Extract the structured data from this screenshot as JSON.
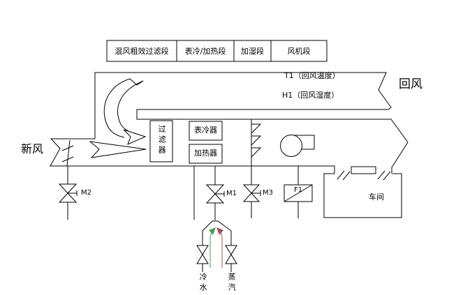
{
  "diagram": {
    "sections": [
      {
        "label": "混风粗效过滤段"
      },
      {
        "label": "表冷/加热段"
      },
      {
        "label": "加湿段"
      },
      {
        "label": "风机段"
      }
    ],
    "streams": {
      "fresh_air": "新风",
      "return_air": "回风"
    },
    "sensors": {
      "t1_label": "T1（回风温度）",
      "h1_label": "H1（回风湿度）"
    },
    "equipment": {
      "filter": "过滤器",
      "cooler": "表冷器",
      "heater": "加热器",
      "workshop": "车间"
    },
    "valves": {
      "m1": "M1",
      "m2": "M2",
      "m3": "M3",
      "f1": "F1"
    },
    "utilities": {
      "cold_water": "冷水",
      "steam": "蒸汽"
    },
    "colors": {
      "line": "#000000",
      "background": "#ffffff",
      "cold_water_flow": "#44a14d",
      "steam_flow": "#a44f55"
    }
  }
}
